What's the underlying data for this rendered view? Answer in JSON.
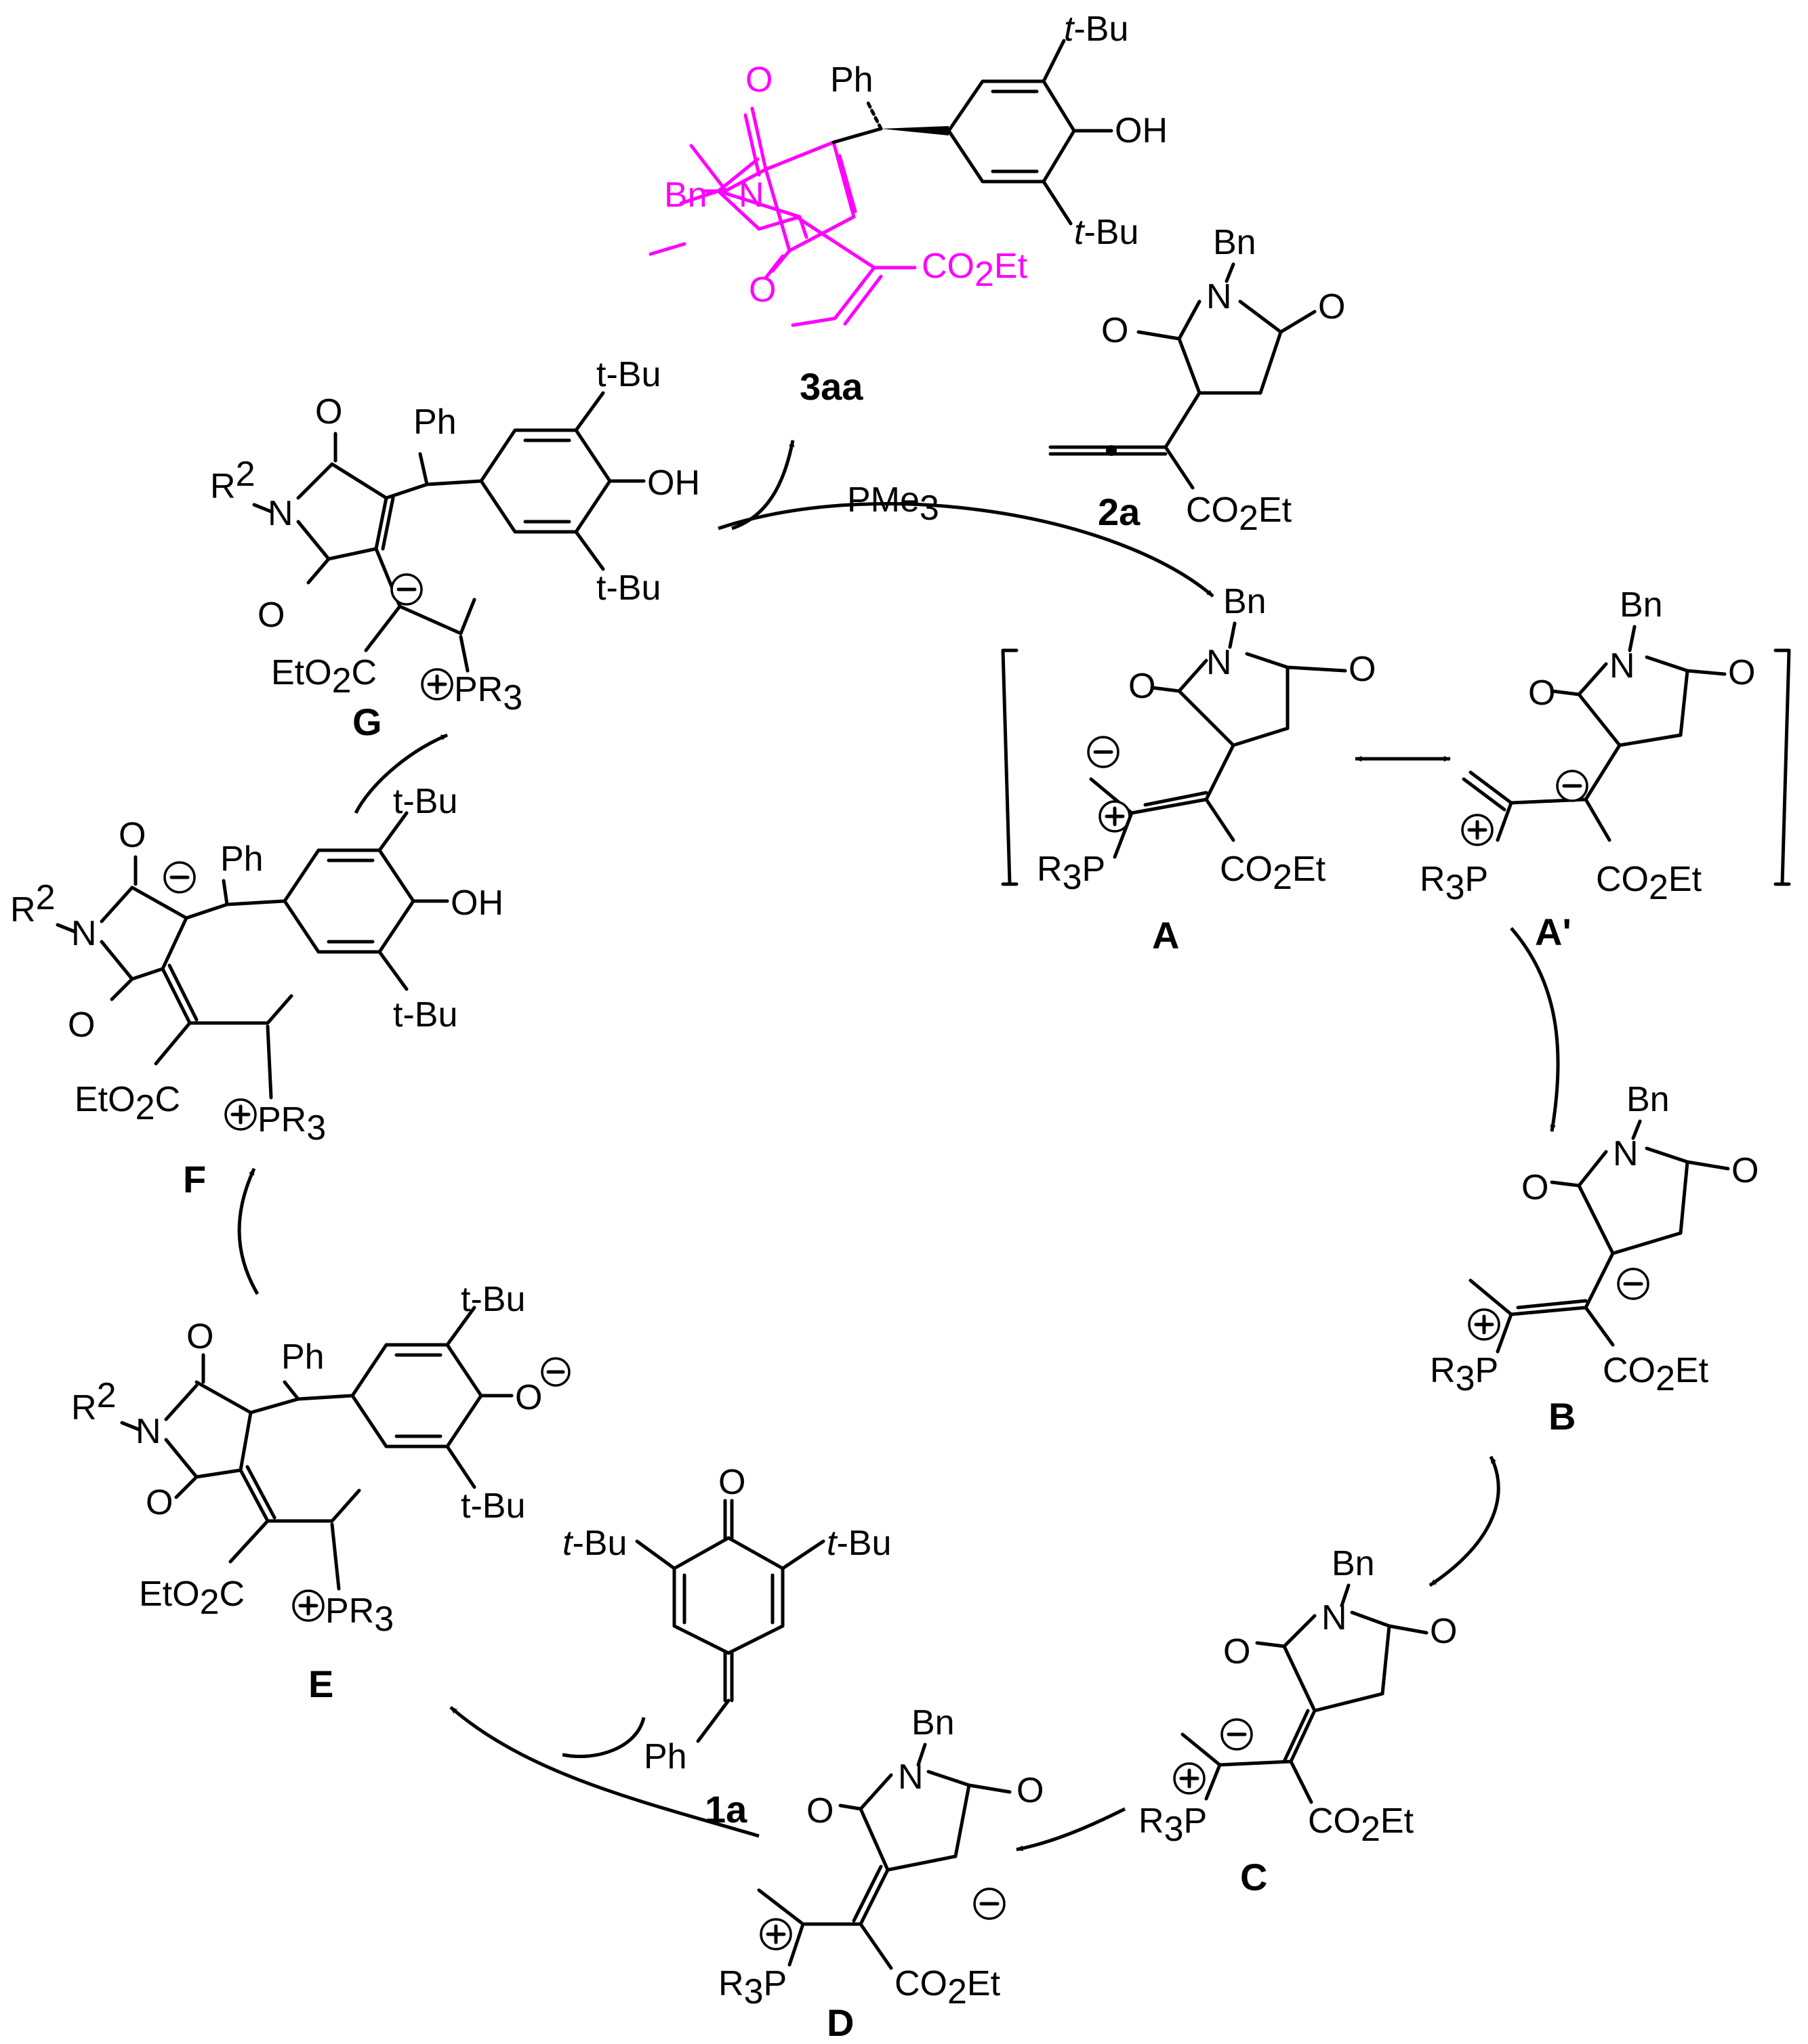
{
  "accent_color": "#ff00ff",
  "labels": {
    "product": "3aa",
    "allene": "2a",
    "A": "A",
    "A_prime": "A'",
    "B": "B",
    "C": "C",
    "D": "D",
    "E": "E",
    "F": "F",
    "G": "G",
    "qm": "1a"
  },
  "reagent": {
    "pme": "PMe",
    "pme_sub": "3"
  },
  "groups": {
    "bn": "Bn",
    "ph": "Ph",
    "tbu_italic_t": "t",
    "tbu_rest": "-Bu",
    "tbu": "t-Bu",
    "oh": "OH",
    "o": "O",
    "n": "N",
    "co2et_a": "CO",
    "co2et_b": "2",
    "co2et_c": "Et",
    "eto2c_a": "EtO",
    "eto2c_b": "2",
    "eto2c_c": "C",
    "r3p_a": "R",
    "r3p_b": "3",
    "r3p_c": "P",
    "pr3_a": "PR",
    "pr3_b": "3",
    "r2_a": "R",
    "r2_b": "2"
  }
}
